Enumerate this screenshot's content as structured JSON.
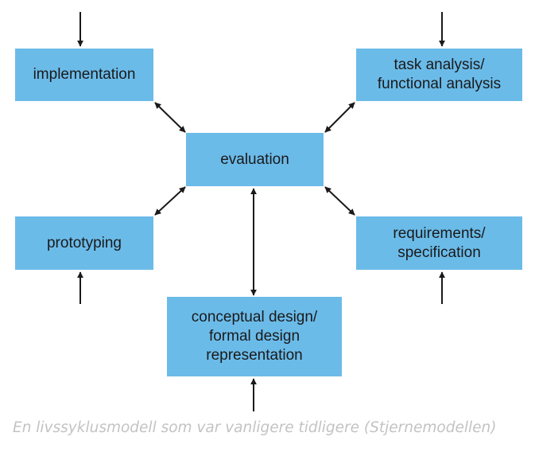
{
  "diagram": {
    "box_color": "#6bbbe9",
    "boxes": {
      "implementation": "implementation",
      "task_analysis": "task analysis/\nfunctional analysis",
      "evaluation": "evaluation",
      "prototyping": "prototyping",
      "requirements": "requirements/\nspecification",
      "conceptual_design": "conceptual design/\nformal design\nrepresentation"
    }
  },
  "caption": "En livssyklusmodell som var vanligere tidligere (Stjernemodellen)"
}
